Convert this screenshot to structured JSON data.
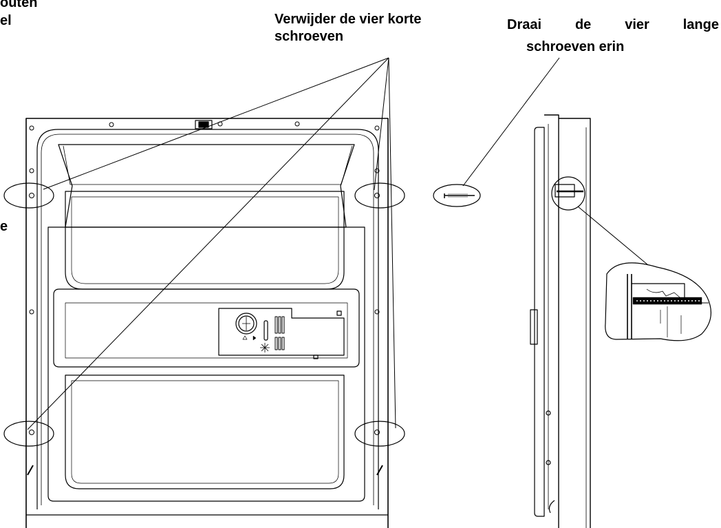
{
  "labels": {
    "top_left_line1": "outen",
    "top_left_line2": "el",
    "left_edge": "e",
    "remove_short_line1": "Verwijder de vier korte",
    "remove_short_line2": "schroeven",
    "screw_long_words": [
      "Draai",
      "de",
      "vier",
      "lange"
    ],
    "screw_long_line2": "schroeven erin"
  },
  "colors": {
    "line": "#000000",
    "background": "#ffffff"
  },
  "icons": {
    "screw": "long-screw-icon",
    "detail": "magnified-detail-icon",
    "dial": "dispenser-dial-icon"
  }
}
